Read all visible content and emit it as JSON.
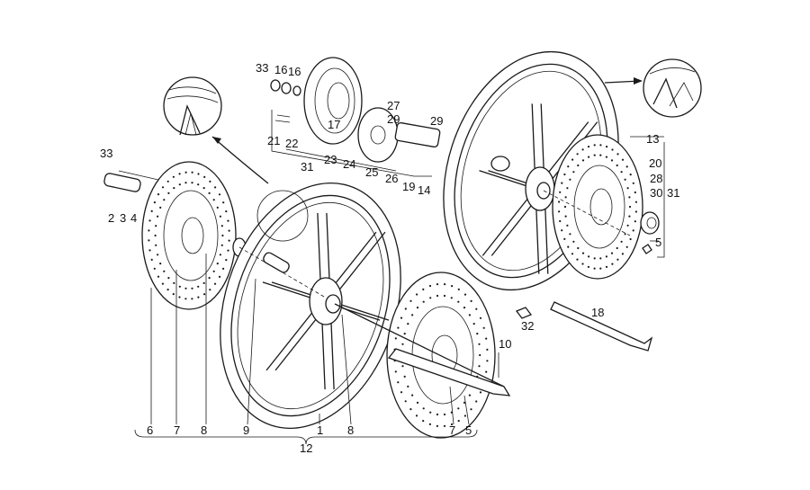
{
  "figure": {
    "type": "exploded-parts-diagram",
    "subject": "wheels"
  },
  "callouts": [
    {
      "id": "c33a",
      "text": "33"
    },
    {
      "id": "c16a",
      "text": "16"
    },
    {
      "id": "c16b",
      "text": "16"
    },
    {
      "id": "c27",
      "text": "27"
    },
    {
      "id": "c17",
      "text": "17"
    },
    {
      "id": "c29a",
      "text": "29"
    },
    {
      "id": "c29b",
      "text": "29"
    },
    {
      "id": "c21",
      "text": "21"
    },
    {
      "id": "c22",
      "text": "22"
    },
    {
      "id": "c31a",
      "text": "31"
    },
    {
      "id": "c23",
      "text": "23"
    },
    {
      "id": "c24",
      "text": "24"
    },
    {
      "id": "c25",
      "text": "25"
    },
    {
      "id": "c26",
      "text": "26"
    },
    {
      "id": "c19",
      "text": "19"
    },
    {
      "id": "c14",
      "text": "14"
    },
    {
      "id": "c13",
      "text": "13"
    },
    {
      "id": "c20",
      "text": "20"
    },
    {
      "id": "c28",
      "text": "28"
    },
    {
      "id": "c30",
      "text": "30"
    },
    {
      "id": "c31b",
      "text": "31"
    },
    {
      "id": "c5a",
      "text": "5"
    },
    {
      "id": "c33b",
      "text": "33"
    },
    {
      "id": "c2",
      "text": "2"
    },
    {
      "id": "c3",
      "text": "3"
    },
    {
      "id": "c4",
      "text": "4"
    },
    {
      "id": "c18",
      "text": "18"
    },
    {
      "id": "c32",
      "text": "32"
    },
    {
      "id": "c10",
      "text": "10"
    },
    {
      "id": "c6",
      "text": "6"
    },
    {
      "id": "c7a",
      "text": "7"
    },
    {
      "id": "c8a",
      "text": "8"
    },
    {
      "id": "c9",
      "text": "9"
    },
    {
      "id": "c1",
      "text": "1"
    },
    {
      "id": "c8b",
      "text": "8"
    },
    {
      "id": "c7b",
      "text": "7"
    },
    {
      "id": "c5b",
      "text": "5"
    },
    {
      "id": "c12",
      "text": "12"
    }
  ]
}
